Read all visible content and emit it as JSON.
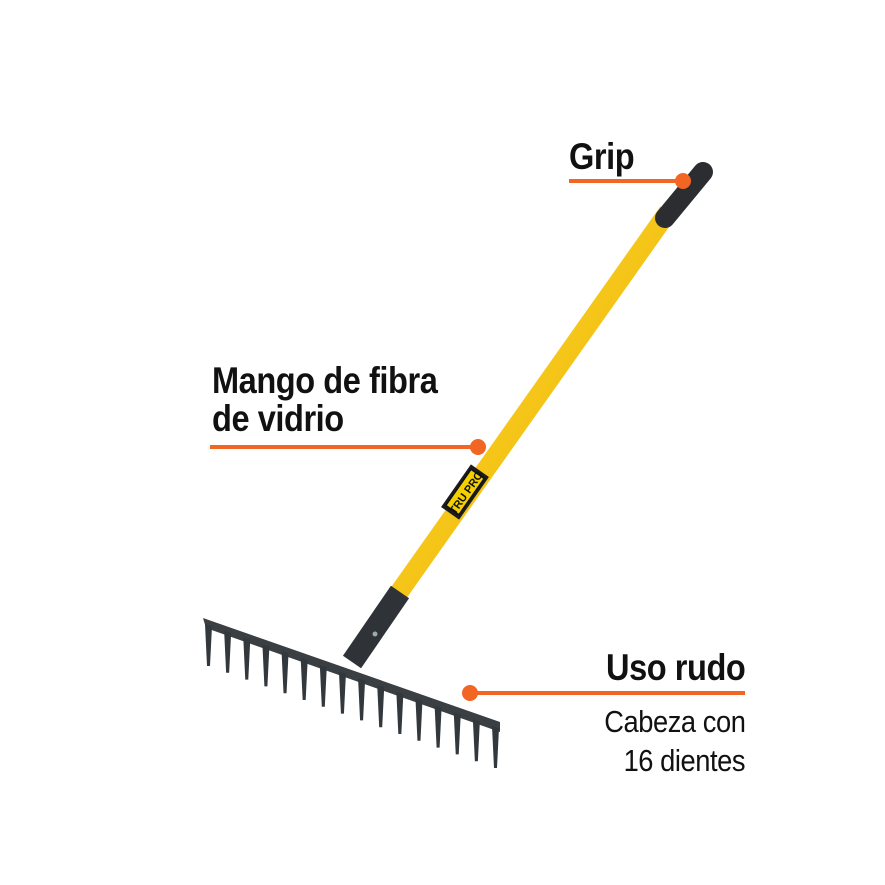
{
  "callouts": {
    "grip": {
      "title": "Grip"
    },
    "handle": {
      "title_line1": "Mango de fibra",
      "title_line2": "de vidrio"
    },
    "head": {
      "title": "Uso rudo",
      "desc_line1": "Cabeza con",
      "desc_line2": "16 dientes"
    }
  },
  "product": {
    "brand_logo_text": "TRU PRO",
    "tine_count": 16
  },
  "colors": {
    "accent": "#f26522",
    "handle": "#f5c518",
    "grip": "#2b2d30",
    "head": "#3a3f44",
    "text": "#111111"
  }
}
